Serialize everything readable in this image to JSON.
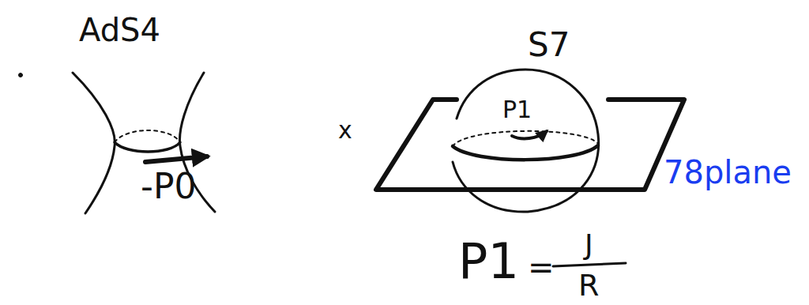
{
  "diagram": {
    "labels": [
      "AdS4",
      "-P0",
      "x",
      "S7",
      "P1",
      "78plane",
      "P1",
      "=",
      "J",
      "R"
    ]
  }
}
